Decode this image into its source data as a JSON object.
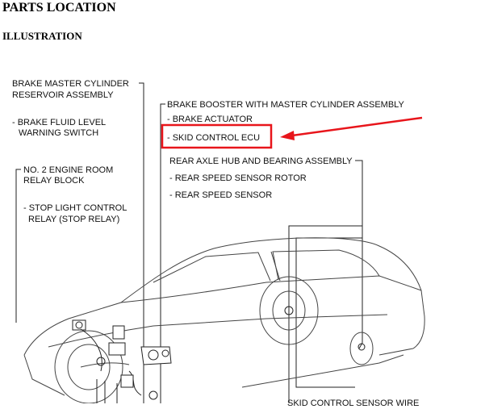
{
  "page": {
    "title": "PARTS LOCATION",
    "subtitle": "ILLUSTRATION"
  },
  "labels": {
    "master_cyl_1": "BRAKE MASTER CYLINDER",
    "master_cyl_2": "RESERVOIR ASSEMBLY",
    "fluid_sw_1": "- BRAKE FLUID LEVEL",
    "fluid_sw_2": "WARNING SWITCH",
    "relay_block_1": "NO. 2 ENGINE ROOM",
    "relay_block_2": "RELAY BLOCK",
    "stop_relay_1": "- STOP LIGHT CONTROL",
    "stop_relay_2": "RELAY (STOP RELAY)",
    "booster": "BRAKE BOOSTER WITH MASTER CYLINDER ASSEMBLY",
    "actuator": "- BRAKE ACTUATOR",
    "skid_ecu": "- SKID CONTROL ECU",
    "rear_axle": "REAR AXLE HUB AND BEARING ASSEMBLY",
    "sensor_rotor": "- REAR SPEED SENSOR ROTOR",
    "speed_sensor": "- REAR SPEED SENSOR",
    "wire_partial": "SKID CONTROL SENSOR WIRE"
  },
  "colors": {
    "highlight": "#e8151b",
    "line": "#222222"
  }
}
